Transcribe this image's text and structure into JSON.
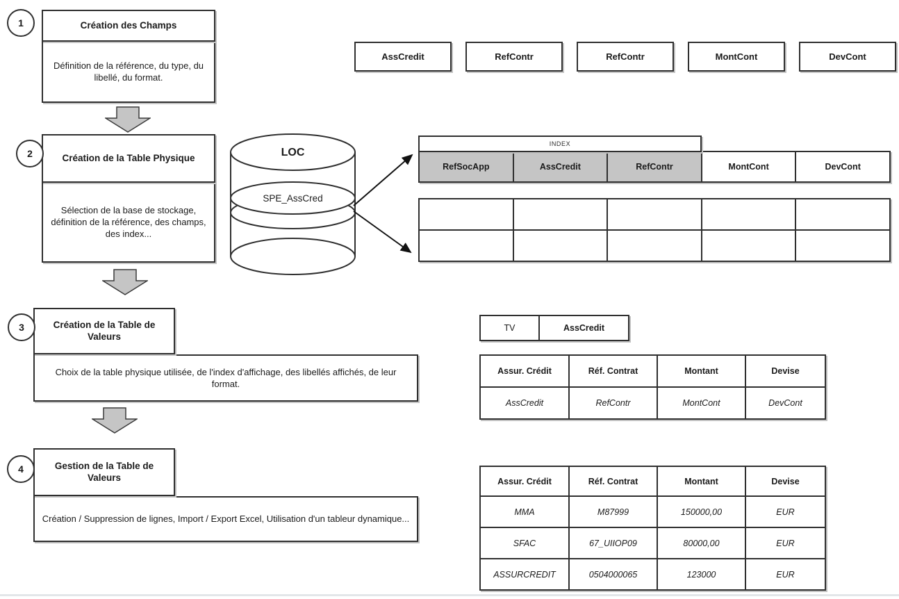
{
  "steps": [
    {
      "number": "1",
      "title": "Création des Champs",
      "description": "Définition de la référence, du type, du libellé, du format."
    },
    {
      "number": "2",
      "title": "Création de la Table Physique",
      "description": "Sélection de la base de stockage, définition de la référence, des champs, des index..."
    },
    {
      "number": "3",
      "title": "Création de la Table de Valeurs",
      "description": "Choix de la table physique utilisée, de l'index d'affichage, des libellés affichés, de leur format."
    },
    {
      "number": "4",
      "title": "Gestion de la Table de Valeurs",
      "description": "Création / Suppression de lignes, Import / Export Excel, Utilisation d'un tableur dynamique..."
    }
  ],
  "field_boxes": [
    "AssCredit",
    "RefContr",
    "RefContr",
    "MontCont",
    "DevCont"
  ],
  "database": {
    "name": "LOC",
    "segment": "SPE_AssCred"
  },
  "index_table": {
    "index_label": "INDEX",
    "columns": [
      "RefSocApp",
      "AssCredit",
      "RefContr",
      "MontCont",
      "DevCont"
    ],
    "indexed_column_count": 3,
    "empty_row_count": 2
  },
  "tv_box": {
    "type_label": "TV",
    "name": "AssCredit"
  },
  "definition_table": {
    "headers": [
      "Assur. Crédit",
      "Réf. Contrat",
      "Montant",
      "Devise"
    ],
    "rows": [
      [
        "AssCredit",
        "RefContr",
        "MontCont",
        "DevCont"
      ]
    ]
  },
  "values_table": {
    "headers": [
      "Assur. Crédit",
      "Réf. Contrat",
      "Montant",
      "Devise"
    ],
    "rows": [
      [
        "MMA",
        "M87999",
        "150000,00",
        "EUR"
      ],
      [
        "SFAC",
        "67_UIIOP09",
        "80000,00",
        "EUR"
      ],
      [
        "ASSURCREDIT",
        "0504000065",
        "123000",
        "EUR"
      ]
    ]
  },
  "colors": {
    "border": "#2f2f2f",
    "shaded_cell": "#c5c5c5",
    "arrow_fill": "#c5c5c5",
    "bottom_rule": "#e3e6e9"
  }
}
